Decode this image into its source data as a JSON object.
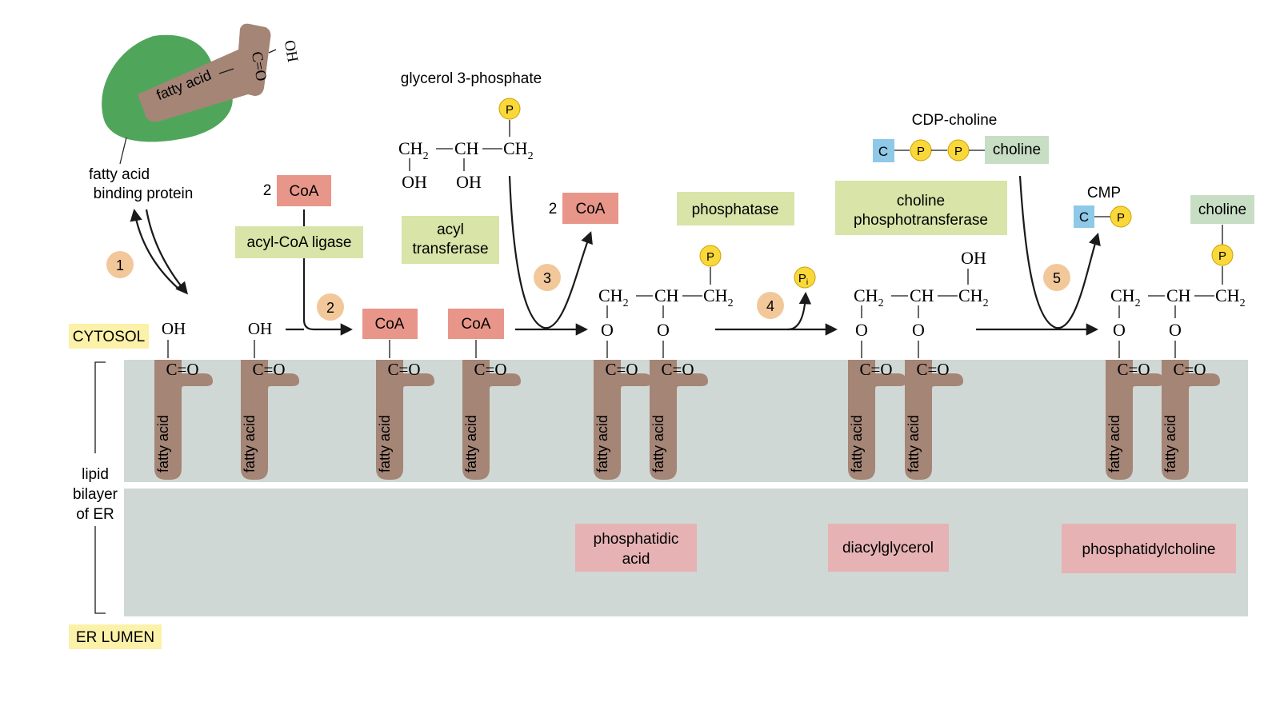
{
  "regions": {
    "cytosol": "CYTOSOL",
    "lumen": "ER LUMEN",
    "bilayer_line1": "lipid",
    "bilayer_line2": "bilayer",
    "bilayer_line3": "of ER"
  },
  "binding_protein": {
    "inner_label": "fatty acid",
    "caption_line1": "fatty acid",
    "caption_line2": "binding protein",
    "group_co": "C=O",
    "group_oh": "OH"
  },
  "steps": [
    "1",
    "2",
    "3",
    "4",
    "5"
  ],
  "enzymes": {
    "ligase": "acyl-CoA ligase",
    "transferase_line1": "acyl",
    "transferase_line2": "transferase",
    "phosphatase": "phosphatase",
    "phosphotransferase_line1": "choline",
    "phosphotransferase_line2": "phosphotransferase"
  },
  "reagents": {
    "two": "2",
    "coa": "CoA",
    "glycerol": "glycerol 3-phosphate",
    "cdp_choline": "CDP-choline",
    "cmp": "CMP",
    "c": "C",
    "p": "P",
    "pi": "P",
    "pi_sub": "i",
    "choline": "choline"
  },
  "chem": {
    "oh": "OH",
    "o": "O",
    "co": "C=O",
    "ch2": "CH",
    "sub2": "2",
    "ch": "CH",
    "fatty_acid": "fatty acid"
  },
  "products": {
    "pa_line1": "phosphatidic",
    "pa_line2": "acid",
    "dag": "diacylglycerol",
    "pc": "phosphatidylcholine"
  },
  "colors": {
    "bilayer": "#d0d8d5",
    "tail": "#a48576",
    "enzyme": "#d8e4a8",
    "coa": "#e8968a",
    "product": "#e6b2b4",
    "region": "#fbf1a8",
    "step": "#f2c89a",
    "phosphate": "#fbd83a",
    "cytidine": "#8ec9e8",
    "choline": "#c7dec5",
    "protein": "#4fa65a"
  }
}
